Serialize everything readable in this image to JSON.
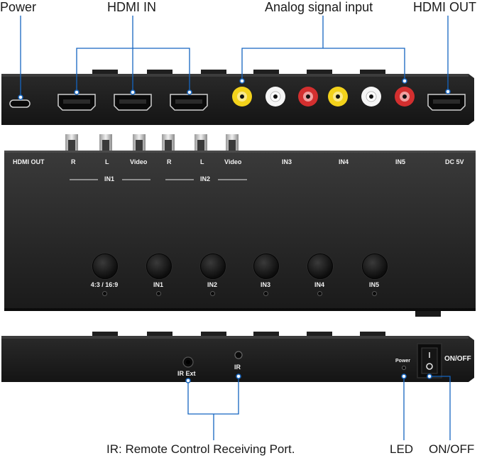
{
  "top_panel": {
    "callouts": {
      "power": "Power",
      "hdmi_in": "HDMI IN",
      "analog_input": "Analog signal input",
      "hdmi_out": "HDMI OUT"
    }
  },
  "middle_panel": {
    "port_labels": {
      "hdmi_out": "HDMI OUT",
      "in1_r": "R",
      "in1_l": "L",
      "in1_video": "Video",
      "in2_r": "R",
      "in2_l": "L",
      "in2_video": "Video",
      "in3": "IN3",
      "in4": "IN4",
      "in5": "IN5",
      "dc": "DC 5V"
    },
    "groups": {
      "in1": "IN1",
      "in2": "IN2"
    },
    "buttons": [
      "4:3 / 16:9",
      "IN1",
      "IN2",
      "IN3",
      "IN4",
      "IN5"
    ]
  },
  "bottom_panel": {
    "labels": {
      "ir_ext": "IR Ext",
      "ir": "IR",
      "power_led": "Power",
      "on_off_small": "ON/OFF"
    },
    "callouts": {
      "ir_port": "IR: Remote Control Receiving Port.",
      "led": "LED",
      "on_off": "ON/OFF"
    }
  },
  "colors": {
    "callout_line": "#1565c0",
    "device_body": "#1b1b1b",
    "rca_yellow": "#f3d21b",
    "rca_red": "#d32f2f",
    "rca_white": "#f5f5f5"
  }
}
